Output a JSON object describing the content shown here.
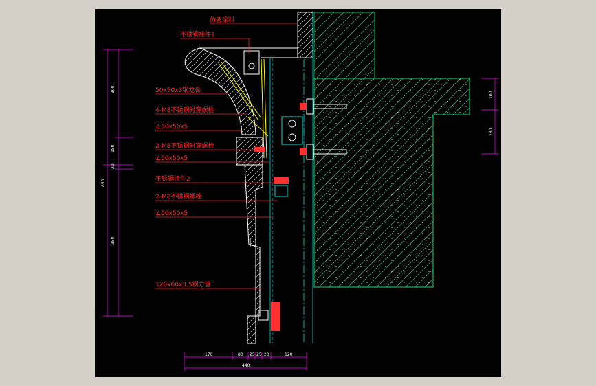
{
  "colors": {
    "background": "#000000",
    "frame": "#d4d0c8",
    "concrete": "#00c060",
    "stone": "#00e0e0",
    "leader": "#ff2020",
    "dimension": "#ff00ff",
    "structure": "#ffffff"
  },
  "annotations": [
    {
      "id": "a1",
      "text": "仿瓷涂料"
    },
    {
      "id": "a2",
      "text": "不锈钢挂件1"
    },
    {
      "id": "a3",
      "text": "50x50x3钢龙骨"
    },
    {
      "id": "a4",
      "text": "4-M8不锈钢对穿螺栓"
    },
    {
      "id": "a5",
      "text": "∠50x50x5"
    },
    {
      "id": "a6",
      "text": "2-M8不锈钢对穿螺栓"
    },
    {
      "id": "a7",
      "text": "∠50x50x5"
    },
    {
      "id": "a8",
      "text": "不锈钢挂件2"
    },
    {
      "id": "a9",
      "text": "2-M8不锈钢螺栓"
    },
    {
      "id": "a10",
      "text": "∠50x50x5"
    },
    {
      "id": "a11",
      "text": "120x60x3.5钢方管"
    }
  ],
  "dimensions": {
    "bottom": [
      "170",
      "80",
      "25",
      "25",
      "20",
      "120"
    ],
    "bottom_total": "440",
    "left": [
      "300",
      "180",
      "20",
      "350"
    ],
    "left_total": "850",
    "right": [
      "100",
      "180"
    ]
  }
}
